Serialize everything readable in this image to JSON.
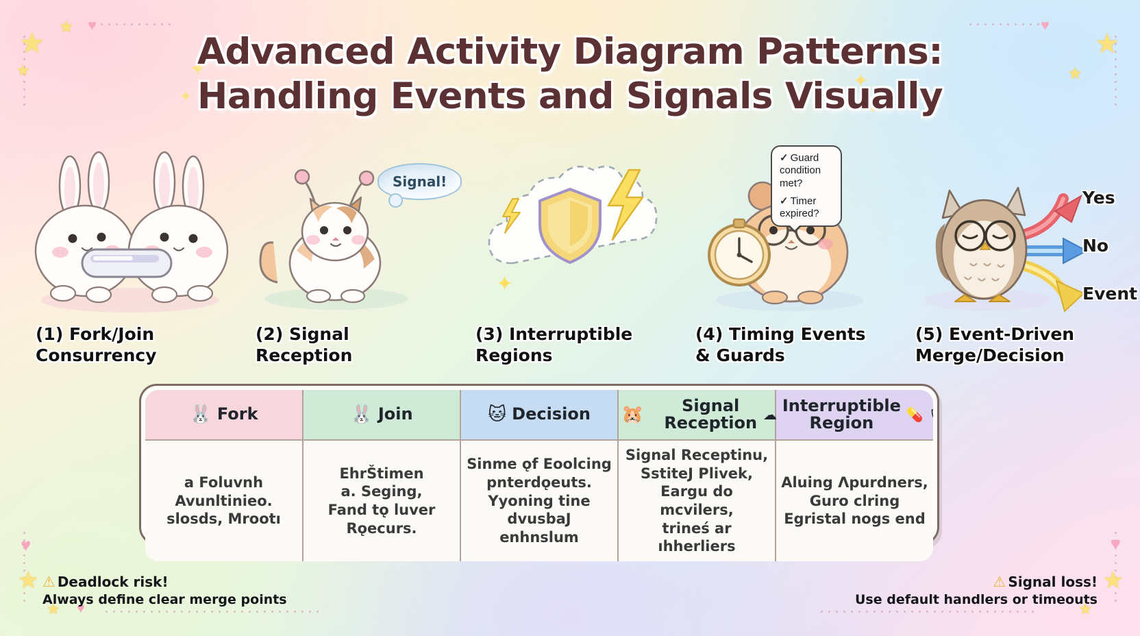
{
  "title": {
    "line1": "Advanced Activity Diagram Patterns:",
    "line2": "Handling Events and Signals Visually"
  },
  "colors": {
    "title_text": "#5C3134",
    "fork_header_bg": "#F7D7DD",
    "join_header_bg": "#CFEBD8",
    "decision_header_bg": "#C6DCF2",
    "signal_header_bg": "#CFEBD8",
    "interruptible_header_bg": "#DED4F2",
    "arrow_yes": "#E8646B",
    "arrow_no": "#5B9BE0",
    "arrow_event": "#F2CE4E",
    "warning": "#E8B43A"
  },
  "panels": [
    {
      "caption_line1": "(1) Fork/Join",
      "caption_line2": "Consurrency",
      "art": "two-white-rabbits-holding-fork-bar",
      "icons": [
        "rabbit-icon",
        "rabbit-icon",
        "fork-bar-icon"
      ]
    },
    {
      "caption_line1": "(2) Signal",
      "caption_line2": "Reception",
      "art": "calico-cat-with-antennae-and-signal-bubble",
      "bubble": "Signal!",
      "icons": [
        "cat-icon",
        "antenna-icon",
        "speech-bubble-icon"
      ]
    },
    {
      "caption_line1": "(3) Interruptible",
      "caption_line2": "Regions",
      "art": "dashed-cloud-with-shield-and-lightning",
      "icons": [
        "cloud-icon",
        "shield-icon",
        "lightning-icon",
        "sparkle-icon"
      ]
    },
    {
      "caption_line1": "(4) Timing Events",
      "caption_line2": "& Guards",
      "art": "hamster-with-stopwatch-and-checklist-bubble",
      "bubble_items": [
        "Guard condition met?",
        "Timer expired?"
      ],
      "icons": [
        "hamster-icon",
        "stopwatch-icon",
        "checkmark-icon"
      ]
    },
    {
      "caption_line1": "(5) Event-Driven",
      "caption_line2": "Merge/Decision",
      "art": "owl-with-three-branch-arrows",
      "arrows": [
        {
          "label": "Yes",
          "color": "#E8646B"
        },
        {
          "label": "No",
          "color": "#5B9BE0"
        },
        {
          "label": "Event",
          "color": "#F2CE4E"
        }
      ],
      "icons": [
        "owl-icon",
        "arrow-right-icon"
      ]
    }
  ],
  "legend": {
    "headers": [
      {
        "label": "Fork",
        "icon": "rabbit-icon",
        "icon_glyph": "🐰",
        "bg": "#F7D7DD"
      },
      {
        "label": "Join",
        "icon": "rabbit-icon",
        "icon_glyph": "🐰",
        "bg": "#CFEBD8"
      },
      {
        "label": "Decision",
        "icon": "cat-icon",
        "icon_glyph": "🐱",
        "bg": "#C6DCF2"
      },
      {
        "label": "Signal Reception",
        "icon": "hamster-icon",
        "icon_glyph": "🐹",
        "bg": "#CFEBD8"
      },
      {
        "label": "Interruptible Region",
        "icon": "cloud-icon",
        "icon_glyph": "☁️",
        "bg": "#DED4F2",
        "extra_icons": [
          "pill-icon",
          "shield-icon"
        ]
      }
    ],
    "rows": [
      [
        "a Foluvnh\nAvunltinieo.\nslosds, Mrootı",
        "EhrŠtimen\na. Seging,\nFand tǫ luver Rǫecurs.",
        "Sinme ǫf Eoolcing\npnterdǫeuts.\nYyoning tine dvusbaJ\nenhnslum",
        "Signal Receptinu,\nSstiteJ Plivek,\nEargu do mcvilers,\ntrineś ar ıhherliers",
        "Aluing Λpurdners,\nGuro clring\nEgristal nogs end"
      ]
    ]
  },
  "footer": {
    "left": {
      "icon": "warning-triangle-icon",
      "line1": "Deadlock risk!",
      "line2": "Always define clear merge points"
    },
    "right": {
      "icon": "warning-triangle-icon",
      "line1": "Signal loss!",
      "line2": "Use default handlers or timeouts"
    }
  },
  "decorations": {
    "stars": 8,
    "hearts": 4,
    "sparkles": 5
  }
}
